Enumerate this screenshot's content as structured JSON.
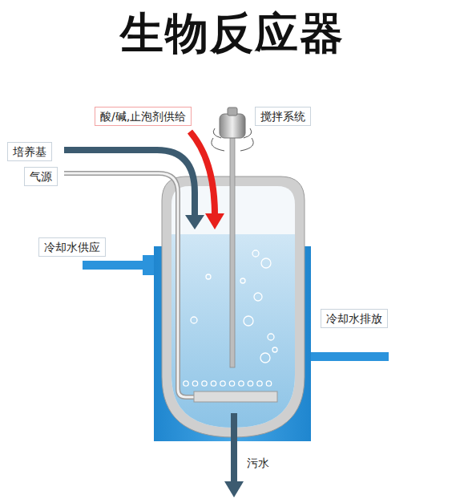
{
  "diagram": {
    "title": "生物反应器",
    "nodes": [
      {
        "text": [
          "酸/碱,止泡剂供给"
        ]
      },
      {
        "text": [
          "搅拌系统"
        ]
      },
      {
        "text": [
          "培养基"
        ]
      },
      {
        "text": [
          "气源"
        ]
      },
      {
        "text": [
          "冷却水供应"
        ]
      },
      {
        "text": [
          "冷却水排放"
        ]
      }
    ],
    "labels": [
      "污水"
    ]
  }
}
